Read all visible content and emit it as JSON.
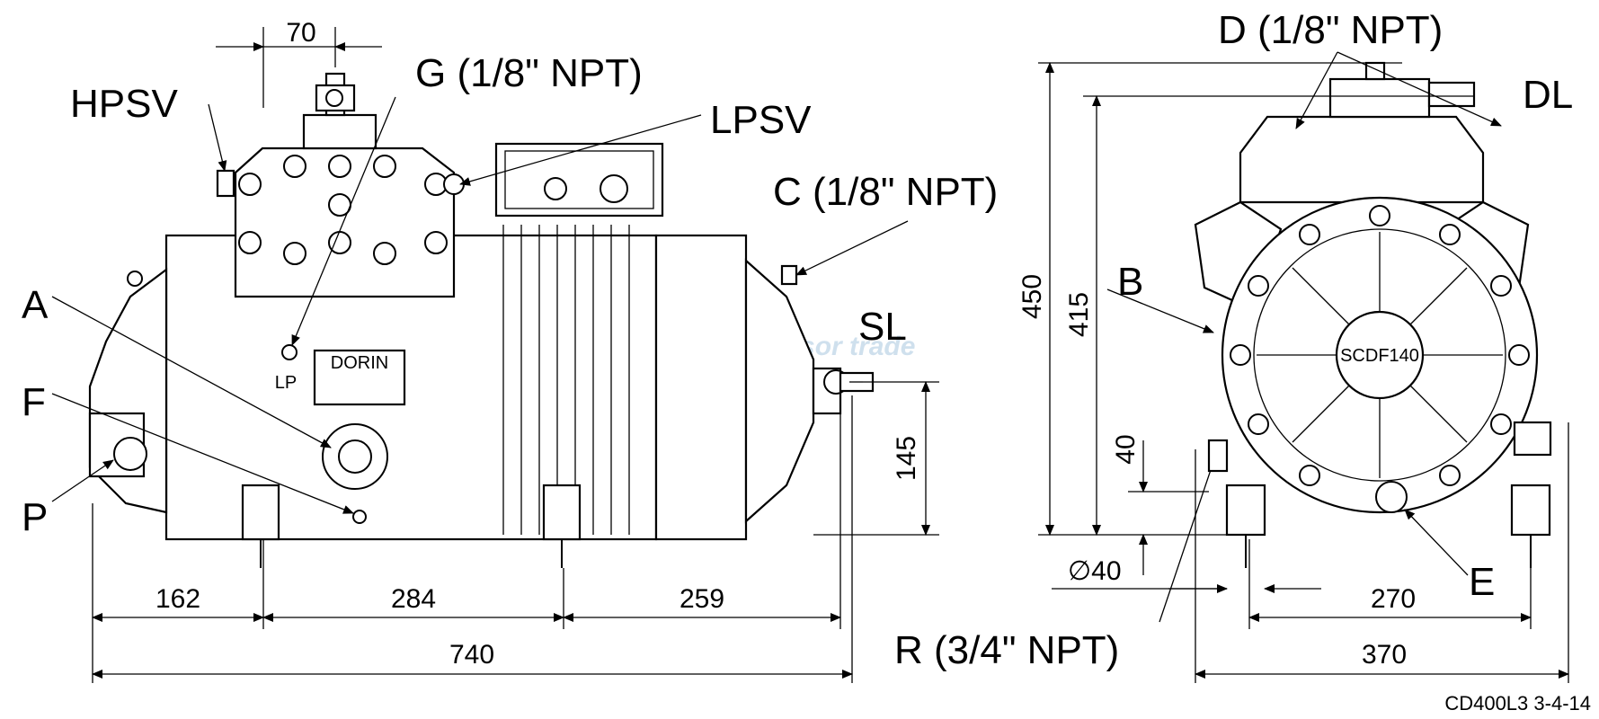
{
  "drawing_code": "CD400L3  3-4-14",
  "watermark": "Compressor trade",
  "nameplate_text": "DORIN",
  "front_cover_text": "SCDF140",
  "lp_mark": "LP",
  "side_view": {
    "callouts": {
      "hpsv": "HPSV",
      "g": "G (1/8\" NPT)",
      "lpsv": "LPSV",
      "c": "C (1/8\" NPT)",
      "sl": "SL",
      "a": "A",
      "f": "F",
      "p": "P",
      "r": "R (3/4\" NPT)"
    },
    "dimensions": {
      "top": "70",
      "height": "145",
      "d162": "162",
      "d284": "284",
      "d259": "259",
      "total": "740"
    }
  },
  "end_view": {
    "callouts": {
      "d": "D (1/8\" NPT)",
      "dl": "DL",
      "b": "B",
      "e": "E"
    },
    "dimensions": {
      "h450": "450",
      "h415": "415",
      "h40": "40",
      "dia": "∅40",
      "d270": "270",
      "d370": "370"
    }
  }
}
